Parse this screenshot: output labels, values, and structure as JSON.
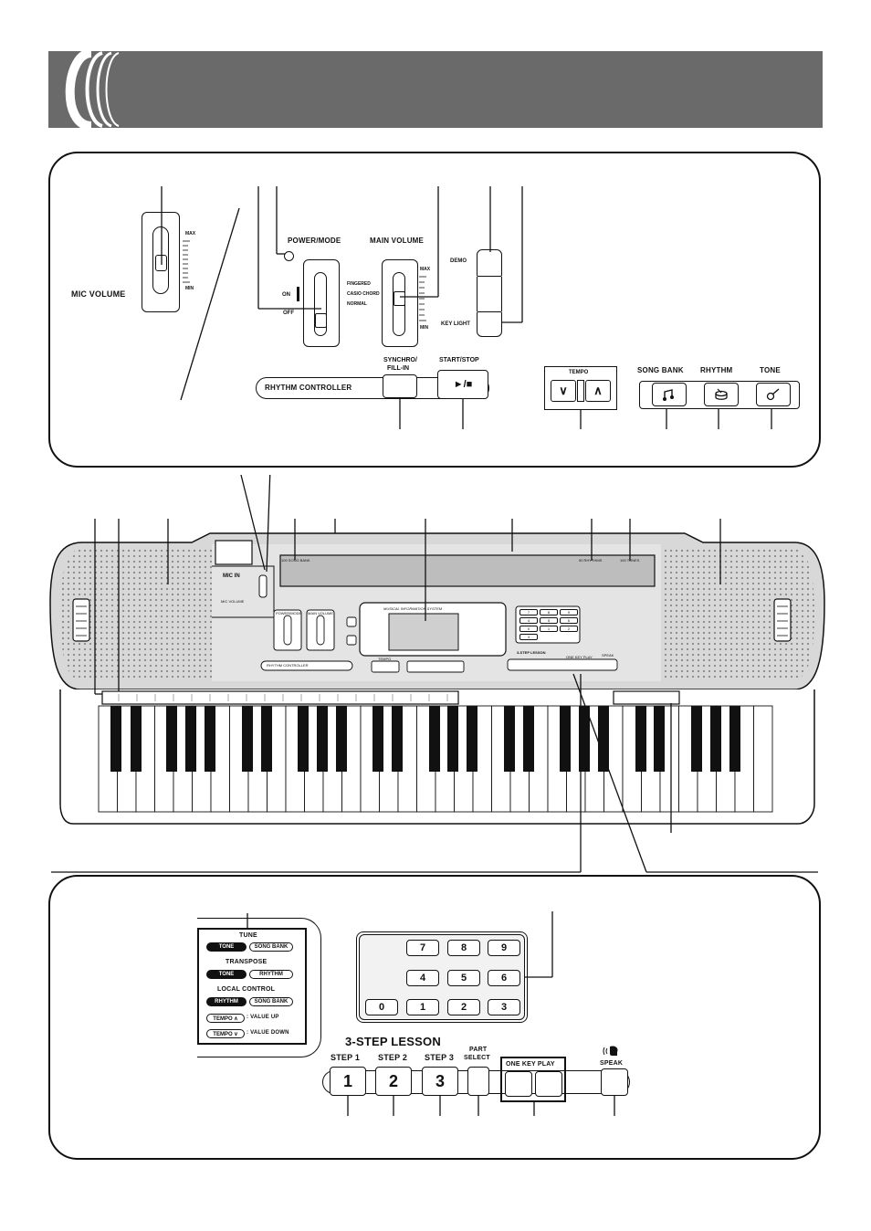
{
  "top_panel": {
    "mic_volume": {
      "label": "MIC VOLUME",
      "max": "MAX",
      "min": "MIN"
    },
    "power_mode": {
      "label": "POWER/MODE",
      "on": "ON",
      "off": "OFF",
      "options": [
        "FINGERED",
        "CASIO CHORD",
        "NORMAL"
      ]
    },
    "main_volume": {
      "label": "MAIN VOLUME",
      "max": "MAX",
      "min": "MIN"
    },
    "demo": "DEMO",
    "key_light": "KEY LIGHT",
    "rhythm_controller": "RHYTHM CONTROLLER",
    "synchro_fill_in": {
      "line1": "SYNCHRO/",
      "line2": "FILL-IN"
    },
    "start_stop": {
      "label": "START/STOP",
      "glyph": "►/■"
    },
    "tempo": {
      "label": "TEMPO",
      "down": "∨",
      "up": "∧"
    },
    "song_bank": "SONG BANK",
    "rhythm": "RHYTHM",
    "tone": "TONE"
  },
  "keyboard": {
    "mic_in": "MIC IN",
    "mic_volume_small": "MIC VOLUME",
    "song_bank_small": "100 SONG BANK",
    "rhythms_small": "50 RHYTHMS",
    "tones_small": "100 TONES",
    "brand_small": "MUSICAL INFORMATION SYSTEM",
    "power_mode_small": "POWER/MODE",
    "main_volume_small": "MAIN VOLUME",
    "rhythm_controller_small": "RHYTHM CONTROLLER",
    "tempo_small": "TEMPO",
    "step_lesson_small": "3-STEP LESSON",
    "one_key_play_small": "ONE KEY PLAY",
    "speak_small": "SPEAK",
    "keypad_small": [
      "7",
      "8",
      "9",
      "4",
      "5",
      "6",
      "0",
      "1",
      "2",
      "3"
    ]
  },
  "bottom_panel": {
    "functions": [
      {
        "title": "TUNE",
        "left": "TONE",
        "right": "SONG BANK"
      },
      {
        "title": "TRANSPOSE",
        "left": "TONE",
        "right": "RHYTHM"
      },
      {
        "title": "LOCAL CONTROL",
        "left": "RHYTHM",
        "right": "SONG BANK"
      }
    ],
    "tempo_up": {
      "key": "TEMPO ∧",
      "text": ": VALUE UP"
    },
    "tempo_down": {
      "key": "TEMPO ∨",
      "text": ": VALUE DOWN"
    },
    "keypad": [
      [
        "7",
        "8",
        "9"
      ],
      [
        "4",
        "5",
        "6"
      ],
      [
        "0",
        "1",
        "2",
        "3"
      ]
    ],
    "lesson_title": "3-STEP LESSON",
    "step1": {
      "label": "STEP 1",
      "key": "1"
    },
    "step2": {
      "label": "STEP 2",
      "key": "2"
    },
    "step3": {
      "label": "STEP 3",
      "key": "3"
    },
    "part_select": {
      "line1": "PART",
      "line2": "SELECT"
    },
    "one_key_play": "ONE KEY PLAY",
    "speak": "SPEAK"
  },
  "colors": {
    "header_bar": "#6a6a6a",
    "ink": "#111111",
    "body_grey": "#d8d8d8",
    "display_grey": "#bdbdbd"
  }
}
